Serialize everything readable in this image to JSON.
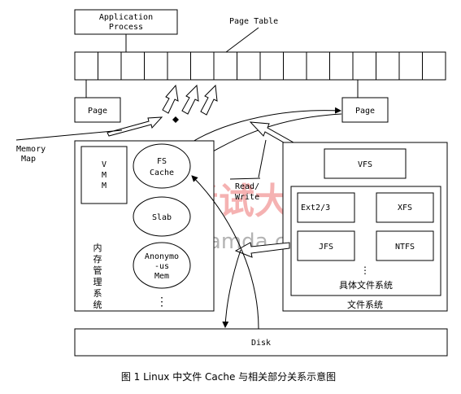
{
  "diagram": {
    "app_process": [
      "Application",
      "Process"
    ],
    "page_table": "Page Table",
    "page_left": "Page",
    "page_right": "Page",
    "memory_map": [
      "Memory",
      "Map"
    ],
    "read_write": [
      "Read/",
      "Write"
    ],
    "vmm": [
      "V",
      "M",
      "M"
    ],
    "fs_cache": [
      "FS",
      "Cache"
    ],
    "slab": "Slab",
    "anon_mem": [
      "Anonymo",
      "-us",
      "Mem"
    ],
    "mem_mgmt_label": [
      "内",
      "存",
      "管",
      "理",
      "系",
      "统"
    ],
    "vfs": "VFS",
    "ext": "Ext2/3",
    "xfs": "XFS",
    "jfs": "JFS",
    "ntfs": "NTFS",
    "specific_fs": "具体文件系统",
    "file_system": "文件系统",
    "disk": "Disk",
    "caption": "图 1   Linux 中文件 Cache 与相关部分关系示意图",
    "ellipsis": "⋮",
    "watermark_main": "考试大",
    "watermark_sub": "examda.com"
  }
}
